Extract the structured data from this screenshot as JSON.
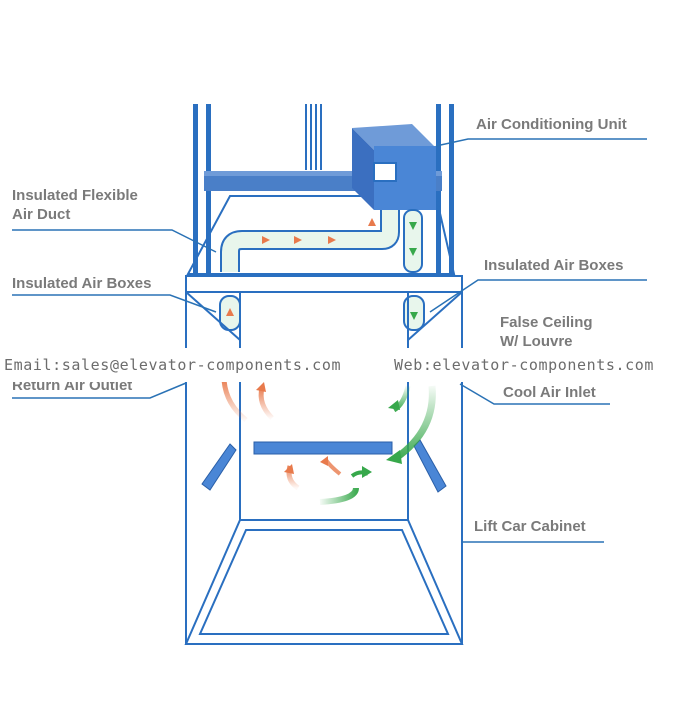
{
  "labels": {
    "ac_unit": "Air Conditioning Unit",
    "flex_duct_line1": "Insulated Flexible",
    "flex_duct_line2": "Air Duct",
    "air_boxes_left": "Insulated Air Boxes",
    "air_boxes_right": "Insulated Air Boxes",
    "false_ceiling_line1": "False Ceiling",
    "false_ceiling_line2": "W/ Louvre",
    "return_air": "Return Air Outlet",
    "cool_air": "Cool Air Inlet",
    "cabinet": "Lift Car Cabinet"
  },
  "watermark": {
    "email": "Email:sales@elevator-components.com",
    "web": "Web:elevator-components.com"
  },
  "colors": {
    "frame_blue": "#2a6fc0",
    "label_gray": "#7a7a7a",
    "leader_blue": "#2a72b5",
    "duct_fill": "#e8f6ec",
    "warm_arrow": "#e87a4c",
    "cool_arrow": "#37a84b"
  }
}
